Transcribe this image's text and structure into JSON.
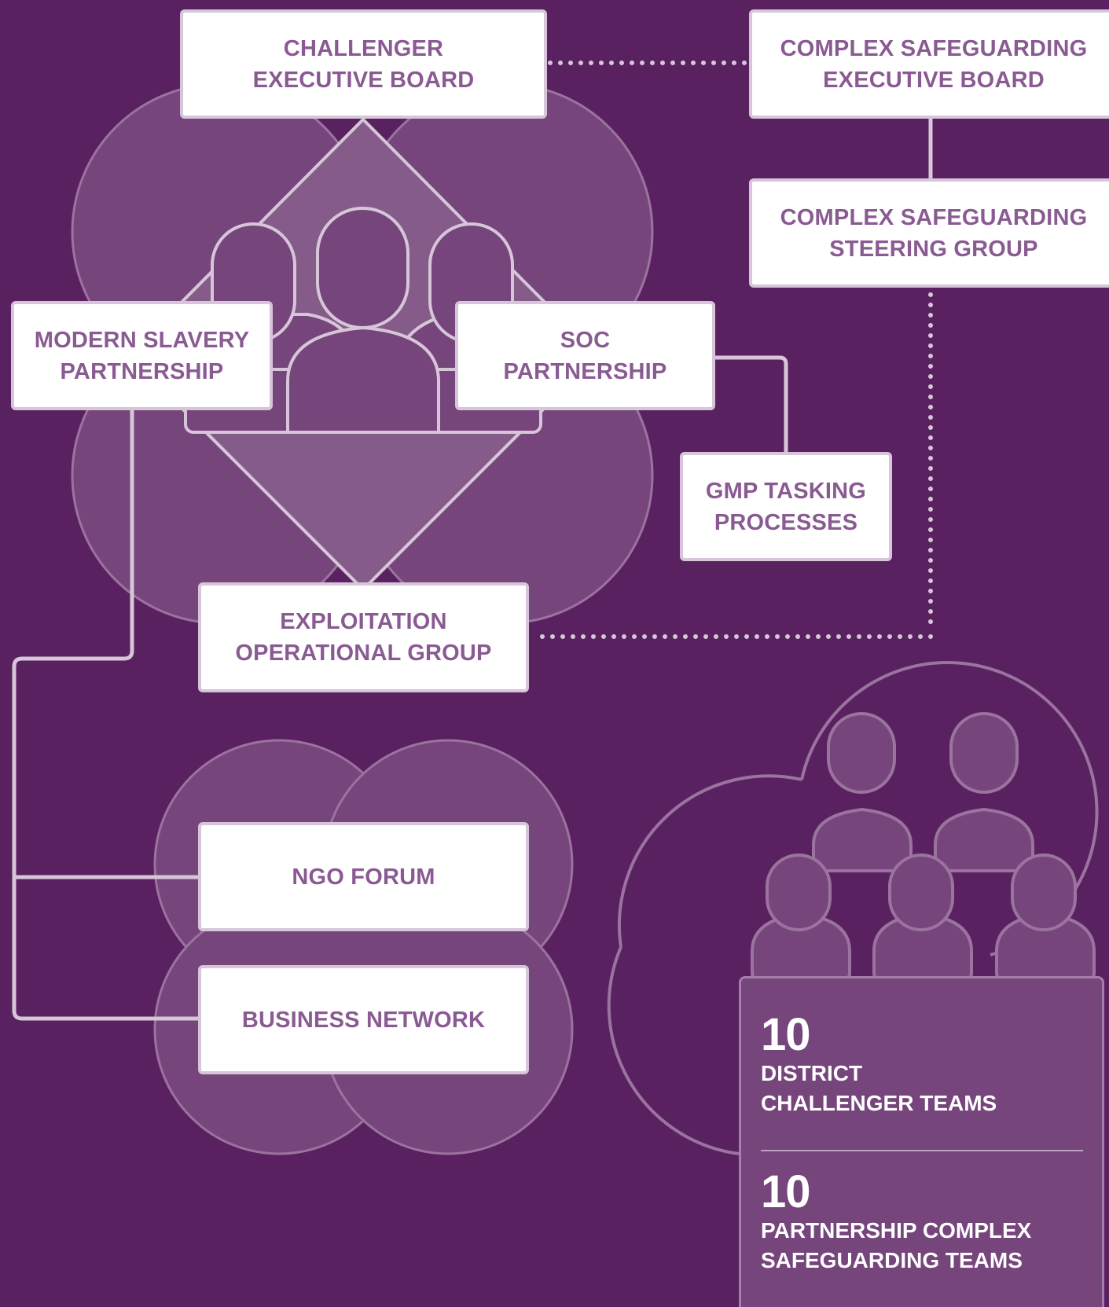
{
  "nodes": {
    "challenger_exec": [
      "CHALLENGER",
      "EXECUTIVE BOARD"
    ],
    "complex_exec": [
      "COMPLEX SAFEGUARDING",
      "EXECUTIVE BOARD"
    ],
    "complex_steering": [
      "COMPLEX SAFEGUARDING",
      "STEERING GROUP"
    ],
    "modern_slavery": [
      "MODERN SLAVERY",
      "PARTNERSHIP"
    ],
    "soc": [
      "SOC",
      "PARTNERSHIP"
    ],
    "gmp_tasking": [
      "GMP TASKING",
      "PROCESSES"
    ],
    "exploitation": [
      "EXPLOITATION",
      "OPERATIONAL GROUP"
    ],
    "ngo": "NGO FORUM",
    "business": "BUSINESS NETWORK"
  },
  "teams": {
    "district_count": "10",
    "district_label": [
      "DISTRICT",
      "CHALLENGER TEAMS"
    ],
    "partnership_count": "10",
    "partnership_label": [
      "PARTNERSHIP COMPLEX",
      "SAFEGUARDING TEAMS"
    ]
  },
  "colors": {
    "background": "#5a2161",
    "cloud_fill": "#76457c",
    "cloud_stroke": "#9b739f",
    "diamond_fill": "#855b89",
    "connector": "#d7c6d9",
    "node_text": "#8a5a92"
  },
  "icons": [
    "people-group-icon",
    "team-people-icon"
  ]
}
